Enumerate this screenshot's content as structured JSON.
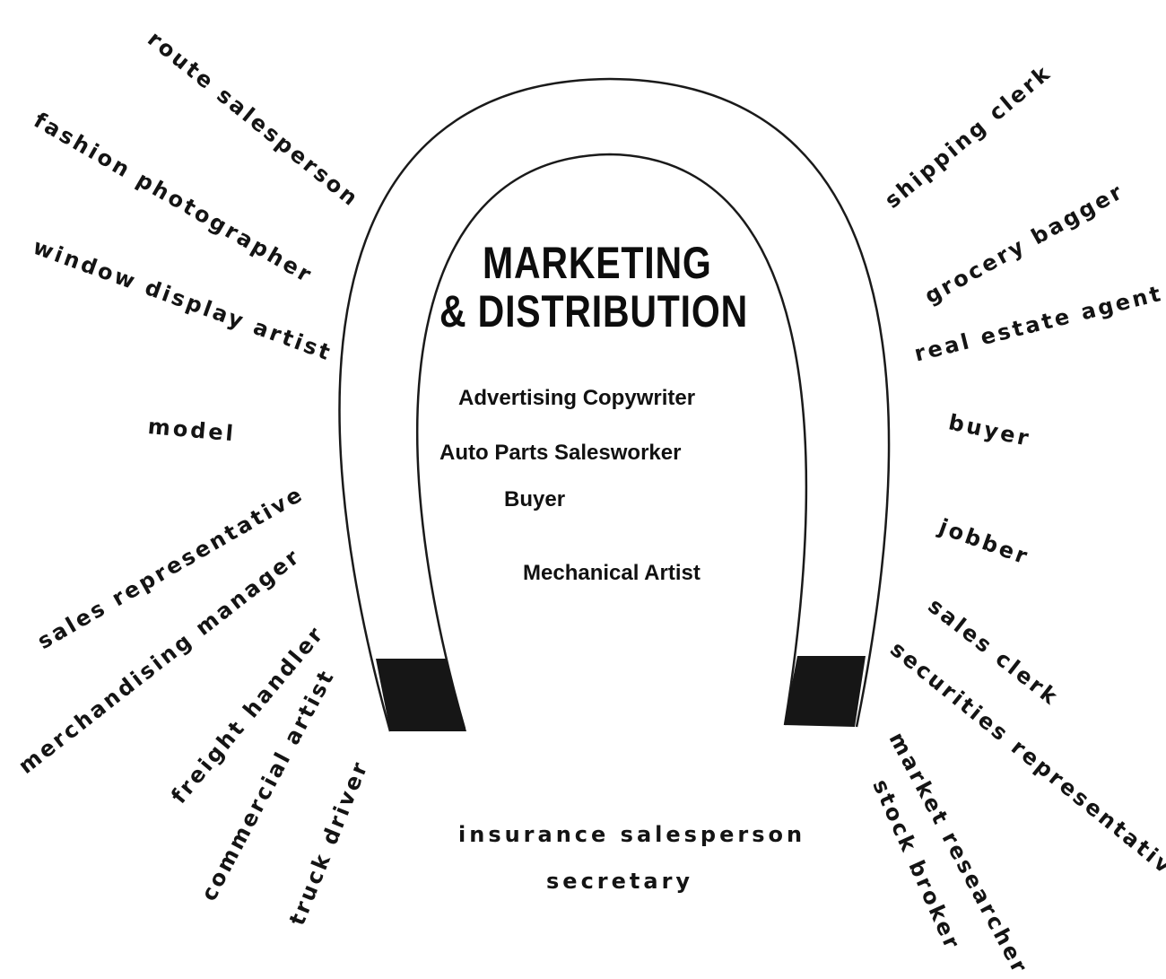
{
  "title": {
    "line1": "MARKETING",
    "line2": "& DISTRIBUTION"
  },
  "inner_jobs": [
    "Advertising Copywriter",
    "Auto Parts Salesworker",
    "Buyer",
    "Mechanical Artist"
  ],
  "left_jobs": [
    "route salesperson",
    "fashion photographer",
    "window display artist",
    "model",
    "sales representative",
    "merchandising manager",
    "freight handler",
    "commercial artist",
    "truck driver"
  ],
  "right_jobs": [
    "shipping clerk",
    "grocery bagger",
    "real estate agent",
    "buyer",
    "jobber",
    "sales clerk",
    "securities representative",
    "market researcher",
    "stock broker"
  ],
  "bottom_jobs": [
    "insurance salesperson",
    "secretary"
  ],
  "colors": {
    "magnet_outline": "#1a1a1a",
    "pole_fill": "#161616"
  }
}
